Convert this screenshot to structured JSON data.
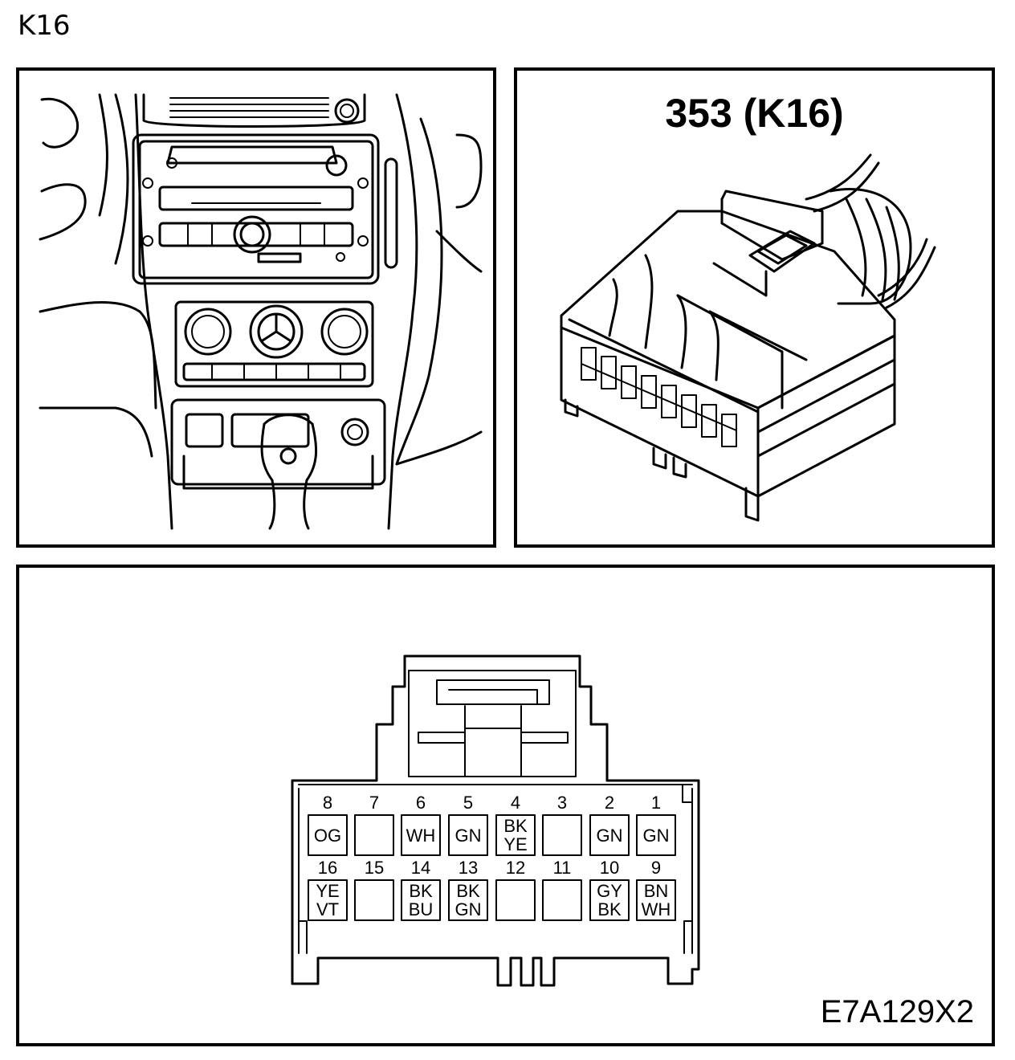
{
  "page_label": "K16",
  "connector_title": "353 (K16)",
  "figure_code": "E7A129X2",
  "pins_top_row": [
    {
      "num": "8",
      "color": [
        "OG"
      ]
    },
    {
      "num": "7",
      "color": []
    },
    {
      "num": "6",
      "color": [
        "WH"
      ]
    },
    {
      "num": "5",
      "color": [
        "GN"
      ]
    },
    {
      "num": "4",
      "color": [
        "BK",
        "YE"
      ]
    },
    {
      "num": "3",
      "color": []
    },
    {
      "num": "2",
      "color": [
        "GN"
      ]
    },
    {
      "num": "1",
      "color": [
        "GN"
      ]
    }
  ],
  "pins_bottom_row": [
    {
      "num": "16",
      "color": [
        "YE",
        "VT"
      ]
    },
    {
      "num": "15",
      "color": []
    },
    {
      "num": "14",
      "color": [
        "BK",
        "BU"
      ]
    },
    {
      "num": "13",
      "color": [
        "BK",
        "GN"
      ]
    },
    {
      "num": "12",
      "color": []
    },
    {
      "num": "11",
      "color": []
    },
    {
      "num": "10",
      "color": [
        "GY",
        "BK"
      ]
    },
    {
      "num": "9",
      "color": [
        "BN",
        "WH"
      ]
    }
  ]
}
